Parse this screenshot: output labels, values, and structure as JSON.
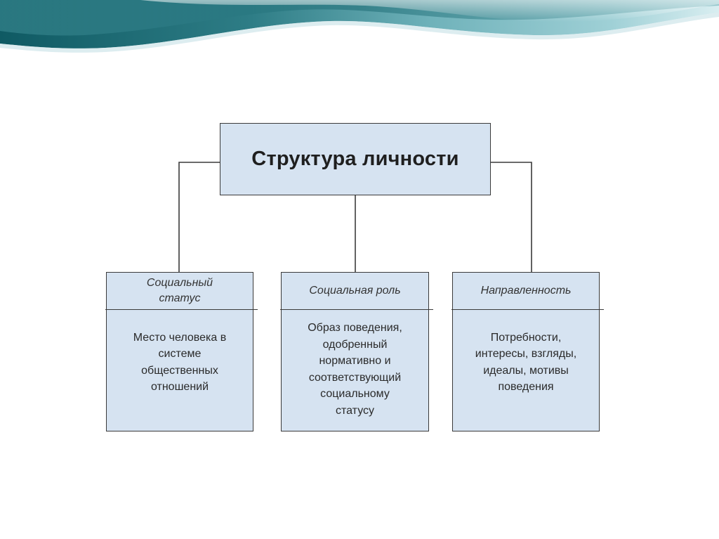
{
  "diagram": {
    "root": {
      "label": "Структура личности"
    },
    "children": [
      {
        "heading_lines": [
          "Социальный",
          "статус"
        ],
        "description_lines": [
          "Место человека в",
          "системе",
          "общественных",
          "отношений"
        ]
      },
      {
        "heading_lines": [
          "Социальная роль"
        ],
        "description_lines": [
          "Образ поведения,",
          "одобренный",
          "нормативно и",
          "соответствующий",
          "социальному",
          "статусу"
        ]
      },
      {
        "heading_lines": [
          "Направленность"
        ],
        "description_lines": [
          "Потребности,",
          "интересы, взгляды,",
          "идеалы, мотивы",
          "поведения"
        ]
      }
    ]
  },
  "colors": {
    "box_fill": "#d6e3f1",
    "border": "#3a3a3a",
    "banner_teal": "#2e7d86",
    "banner_light": "#bfe3e8"
  }
}
